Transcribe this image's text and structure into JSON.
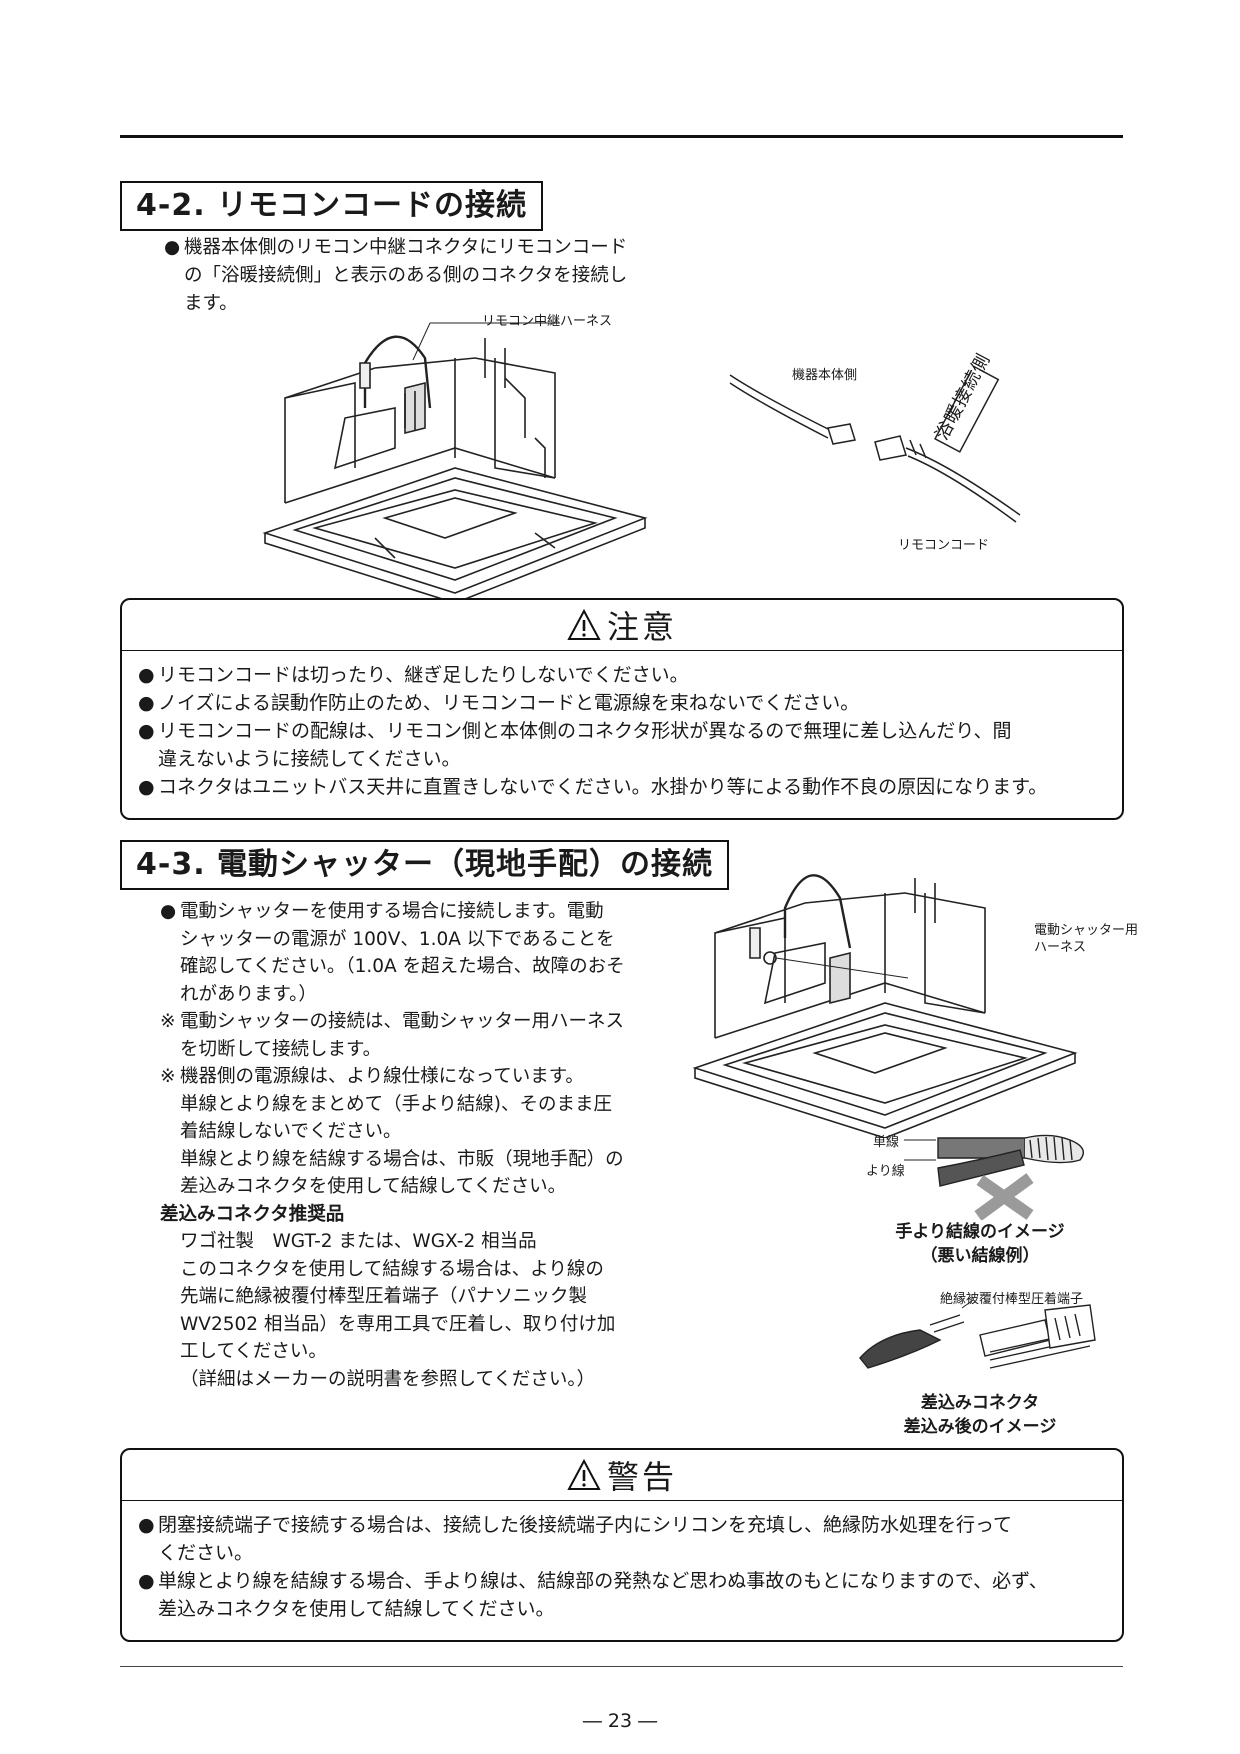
{
  "section42": {
    "title": "4-2. リモコンコードの接続",
    "bullet_lines": [
      "機器本体側のリモコン中継コネクタにリモコンコード",
      "の「浴暖接続側」と表示のある側のコネクタを接続し",
      "ます。"
    ],
    "label_harness": "リモコン中継ハーネス",
    "label_body_side": "機器本体側",
    "label_remote_cord": "リモコンコード",
    "label_tag": "浴暖接続側"
  },
  "caution": {
    "title": "注意",
    "items": [
      [
        "リモコンコードは切ったり、継ぎ足したりしないでください。"
      ],
      [
        "ノイズによる誤動作防止のため、リモコンコードと電源線を束ねないでください。"
      ],
      [
        "リモコンコードの配線は、リモコン側と本体側のコネクタ形状が異なるので無理に差し込んだり、間",
        "違えないように接続してください。"
      ],
      [
        "コネクタはユニットバス天井に直置きしないでください。水掛かり等による動作不良の原因になります。"
      ]
    ]
  },
  "section43": {
    "title": "4-3. 電動シャッター（現地手配）の接続",
    "lines": [
      "電動シャッターを使用する場合に接続します。電動",
      "シャッターの電源が 100V、1.0A 以下であることを",
      "確認してください。（1.0A を超えた場合、故障のおそ",
      "れがあります。）",
      "電動シャッターの接続は、電動シャッター用ハーネス",
      "を切断して接続します。",
      "機器側の電源線は、より線仕様になっています。",
      "単線とより線をまとめて（手より結線)、そのまま圧",
      "着結線しないでください。",
      "単線とより線を結線する場合は、市販（現地手配）の",
      "差込みコネクタを使用して結線してください。",
      "差込みコネクタ推奨品",
      "ワゴ社製　WGT-2 または、WGX-2 相当品",
      "このコネクタを使用して結線する場合は、より線の",
      "先端に絶縁被覆付棒型圧着端子（パナソニック製",
      "WV2502 相当品）を専用工具で圧着し、取り付け加",
      "工してください。",
      "（詳細はメーカーの説明書を参照してください。）"
    ],
    "marks": {
      "bullet": "●",
      "note": "※"
    },
    "label_shutter_harness_1": "電動シャッター用",
    "label_shutter_harness_2": "ハーネス",
    "label_single_wire": "単線",
    "label_stranded_wire": "より線",
    "caption_bad_1": "手より結線のイメージ",
    "caption_bad_2": "（悪い結線例）",
    "label_terminal": "絶縁被覆付棒型圧着端子",
    "caption_conn_1": "差込みコネクタ",
    "caption_conn_2": "差込み後のイメージ"
  },
  "warning": {
    "title": "警告",
    "items": [
      [
        "閉塞接続端子で接続する場合は、接続した後接続端子内にシリコンを充填し、絶縁防水処理を行って",
        "ください。"
      ],
      [
        "単線とより線を結線する場合、手より線は、結線部の発熱など思わぬ事故のもとになりますので、必ず、",
        "差込みコネクタを使用して結線してください。"
      ]
    ]
  },
  "page_number": "― 23 ―"
}
